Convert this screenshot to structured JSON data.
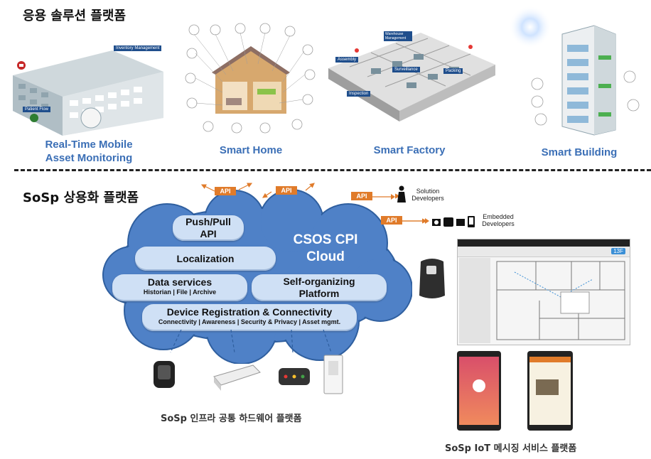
{
  "top_title": "응용 솔루션 플랫폼",
  "solutions": [
    {
      "label_line1": "Real-Time Mobile",
      "label_line2": "Asset Monitoring"
    },
    {
      "label_line1": "Smart Home"
    },
    {
      "label_line1": "Smart Factory"
    },
    {
      "label_line1": "Smart Building"
    }
  ],
  "hospital_tags": [
    "Inventory Management",
    "Patient Flow"
  ],
  "factory_tags": [
    "Warehouse Management",
    "Assembly",
    "Surveillance",
    "Packing",
    "Inspection"
  ],
  "bottom_title": "SoSp 상용화 플랫폼",
  "cloud": {
    "title_line1": "CSOS CPI",
    "title_line2": "Cloud",
    "push_pull_line1": "Push/Pull",
    "push_pull_line2": "API",
    "localization": "Localization",
    "data_services": "Data services",
    "data_services_sub": "Historian  | File | Archive",
    "self_org_line1": "Self-organizing",
    "self_org_line2": "Platform",
    "device_reg": "Device Registration & Connectivity",
    "device_reg_sub": "Connectivity   | Awareness | Security  &  Privacy | Asset  mgmt."
  },
  "api_label": "API",
  "solution_developers_line1": "Solution",
  "solution_developers_line2": "Developers",
  "embedded_developers_line1": "Embedded",
  "embedded_developers_line2": "Developers",
  "floor_badge": "13F",
  "hardware_platform": "SoSp 인프라 공통 하드웨어 플랫폼",
  "messaging_platform": "SoSp IoT 메시징 서비스 플랫폼",
  "colors": {
    "cloud_fill": "#4f81c7",
    "cloud_stroke": "#2f5f9f",
    "pill_fill": "#cfe0f5",
    "api_orange": "#e07b2a",
    "caption_blue": "#3b6fb6"
  }
}
